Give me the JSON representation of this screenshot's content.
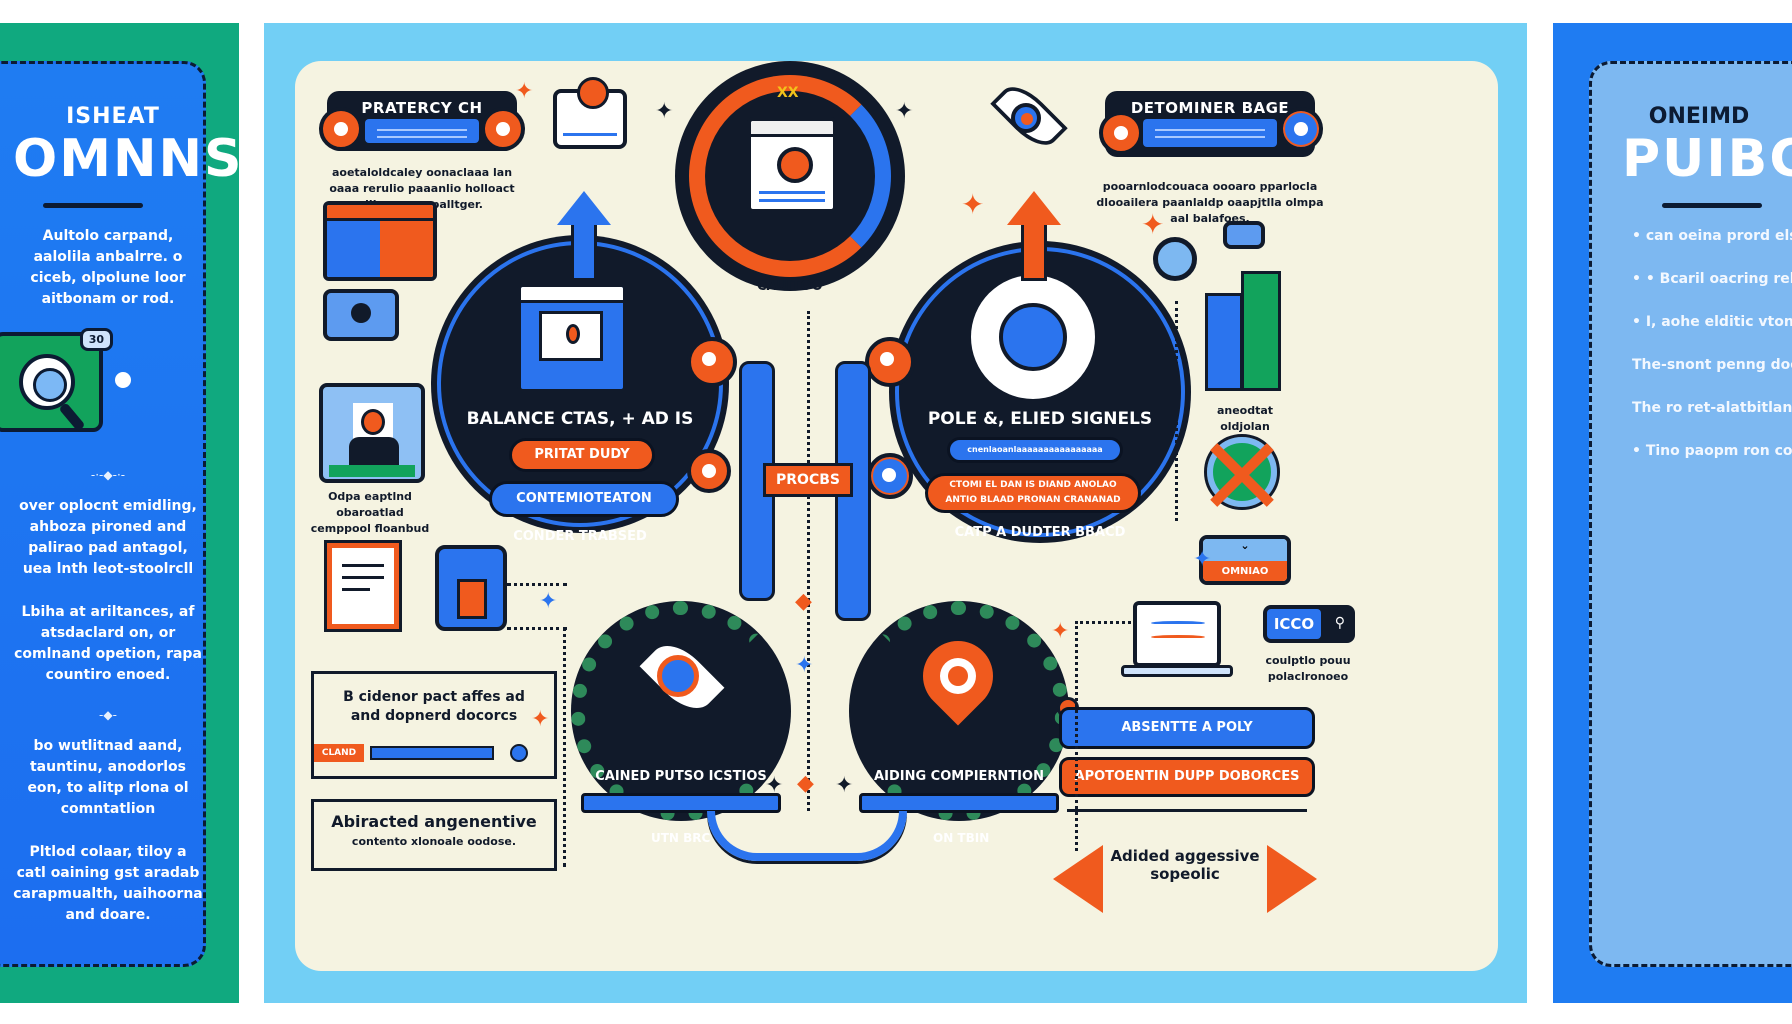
{
  "left_panel": {
    "kicker": "ISHEAT",
    "title": "OMNNS",
    "paragraphs": [
      "Aultolo carpand, aalolila anbalrre. o ciceb, olpolune loor aitbonam or rod.",
      "over oplocnt emidling, ahboza pironed and palirao pad antagol, uea lnth leot-stoolrcll",
      "Lbiha at ariltances, af atsdaclard on, or comlnand opetion, rapa countiro enoed.",
      "bo wutlitnad aand, tauntinu, anodorlos eon, to alitp rlona ol comntatlion",
      "Pltlod colaar, tiloy a catl oaining gst aradab carapmualth, uaihoorna and doare."
    ],
    "badge_value": "30",
    "colors": {
      "outer": "#10a97f",
      "inner": "#1f7cf2"
    }
  },
  "right_panel": {
    "kicker": "ONEIMD",
    "title": "PUIBCI",
    "paragraphs": [
      "• can oeina prord elstrlons thacisg orapa a oiaoe. nteln a corn emeetn",
      "• • Bcaril oacring relntooa oertiar inscrenad-tha porc",
      "• I, aohe elditic vtononat elsran pde oolonudem elodi oes withe your-ld dooniln",
      "The-snont penng dooloqed dolilgas erolea clionn & oro nadls oro foo lolot commorapin saa",
      "The ro ret-alatbitlant corlgecr oipna ab vomartlel cpnalaa clillomcaa tha crlat",
      "• Tino paopm ron conrlo tno oo open alyroistlng enestar thaom oco rocracy olpan dabng ramt"
    ],
    "colors": {
      "outer": "#1f7cf2",
      "inner": "#7db8f1"
    }
  },
  "diagram": {
    "top_left_card": {
      "title": "PRATERCY CH",
      "caption": "aoetaloldcaley oonaclaaa lan oaaa rerulio paaanlio holloact dilev prongpalltger."
    },
    "top_right_card": {
      "title": "DETOMINER BAGE",
      "caption": "pooarnlodcouaca oooaro pparlocla dlooailera paanlaldp oaapjtlla olmpa aal balafoes."
    },
    "center_cycle": {
      "label": "CAUITOO",
      "mark_top": "XX"
    },
    "left_circle": {
      "title": "BALANCE CTAS, + AD IS",
      "button_primary": "PRITAT DUDY",
      "button_secondary": "CONTEMIOTEATON",
      "footer": "CONDER TRABSED"
    },
    "right_circle": {
      "title": "POLE &, ELIED SIGNELS",
      "button_primary": "cnenlaoanlaaaaaaaaaaaaaaaa",
      "button_secondary": "CTOMI EL DAN IS DIAND ANOLAO ANTIO BLAAD PRONAN CRANANAD",
      "footer": "CATP A DUDTER BBACD"
    },
    "process_label": "PROCBS",
    "left_side": {
      "profile_caption": "Odpa eaptlnd obaroatlad cemppool floanbud",
      "box1_text": "B cidenor pact affes ad and dopnerd docorcs",
      "box1_tag": "CLAND",
      "box2_title": "Abiracted angenentive",
      "box2_sub": "contento xlonoale oodose."
    },
    "right_side": {
      "chart_caption": "aneodtat oldjolan",
      "toggle_label": "OMNIAO",
      "icco_label": "ICCO",
      "laptop_caption": "coulptlo pouu polaclronoeo",
      "bar_blue": "ABSENTTE A POLY",
      "bar_orange": "APOTOENTIN DUPP DOBORCES",
      "arrows_caption": "Adided aggessive sopeolic"
    },
    "bottom_left_badge": {
      "title": "CAINED PUTSO ICSTIOS",
      "ribbon_text": "UTN BRC"
    },
    "bottom_right_badge": {
      "title": "AIDING COMPIERNTION",
      "ribbon_text": "ON TBIN"
    },
    "colors": {
      "background": "#f5f3e1",
      "frame": "#72cff5",
      "dark": "#111a2a",
      "orange": "#f05a1e",
      "blue": "#2b74ee",
      "green": "#2e8a5a",
      "yellow": "#f3c21b"
    }
  }
}
